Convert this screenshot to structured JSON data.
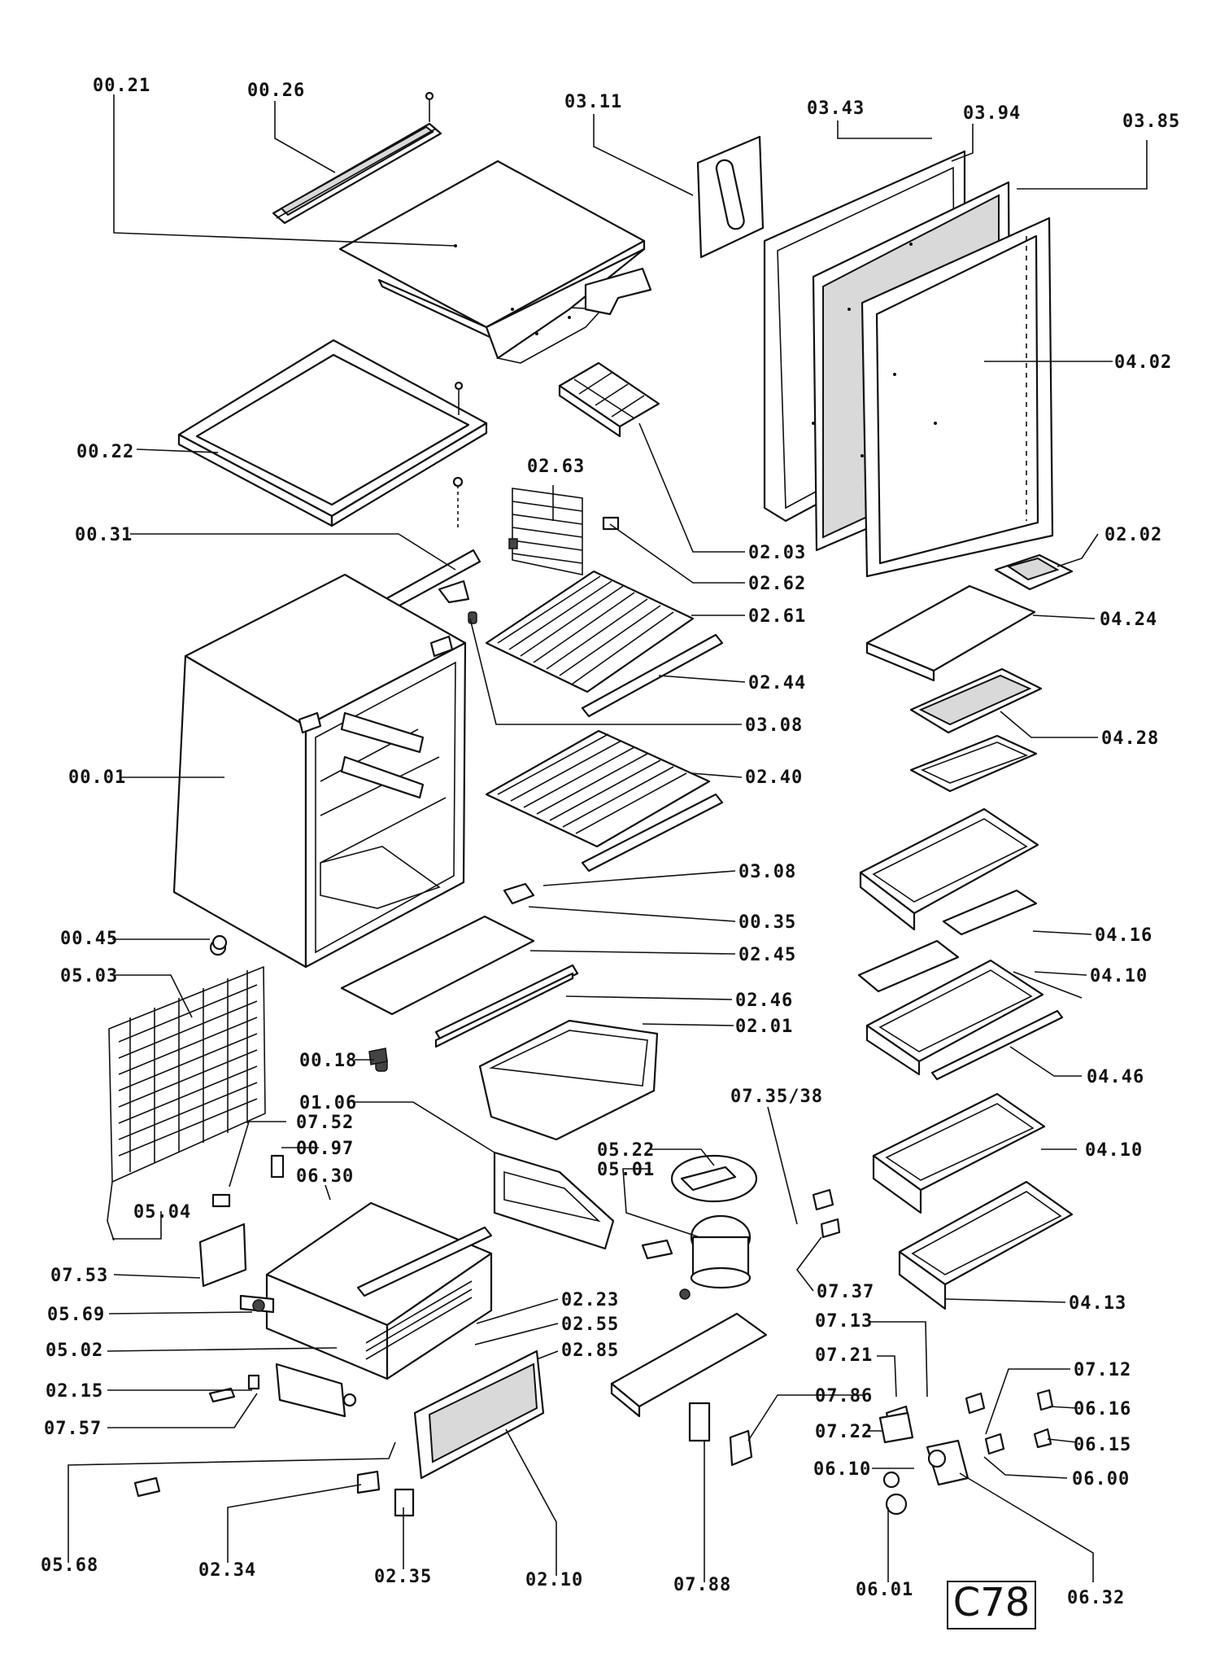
{
  "diagram_code": "C78",
  "labels": [
    {
      "id": "00.21",
      "text": "00.21"
    },
    {
      "id": "00.26",
      "text": "00.26"
    },
    {
      "id": "03.11",
      "text": "03.11"
    },
    {
      "id": "03.43",
      "text": "03.43"
    },
    {
      "id": "03.94",
      "text": "03.94"
    },
    {
      "id": "03.85",
      "text": "03.85"
    },
    {
      "id": "04.02",
      "text": "04.02"
    },
    {
      "id": "00.22",
      "text": "00.22"
    },
    {
      "id": "02.63",
      "text": "02.63"
    },
    {
      "id": "02.03",
      "text": "02.03"
    },
    {
      "id": "02.62",
      "text": "02.62"
    },
    {
      "id": "02.02",
      "text": "02.02"
    },
    {
      "id": "00.31",
      "text": "00.31"
    },
    {
      "id": "02.61",
      "text": "02.61"
    },
    {
      "id": "04.24",
      "text": "04.24"
    },
    {
      "id": "02.44",
      "text": "02.44"
    },
    {
      "id": "03.08a",
      "text": "03.08"
    },
    {
      "id": "04.28",
      "text": "04.28"
    },
    {
      "id": "00.01",
      "text": "00.01"
    },
    {
      "id": "02.40",
      "text": "02.40"
    },
    {
      "id": "03.08b",
      "text": "03.08"
    },
    {
      "id": "00.35",
      "text": "00.35"
    },
    {
      "id": "04.16",
      "text": "04.16"
    },
    {
      "id": "00.45",
      "text": "00.45"
    },
    {
      "id": "02.45",
      "text": "02.45"
    },
    {
      "id": "05.03",
      "text": "05.03"
    },
    {
      "id": "04.10a",
      "text": "04.10"
    },
    {
      "id": "02.46",
      "text": "02.46"
    },
    {
      "id": "02.01",
      "text": "02.01"
    },
    {
      "id": "00.18",
      "text": "00.18"
    },
    {
      "id": "04.46",
      "text": "04.46"
    },
    {
      "id": "01.06",
      "text": "01.06"
    },
    {
      "id": "07.35/38",
      "text": "07.35/38"
    },
    {
      "id": "07.52",
      "text": "07.52"
    },
    {
      "id": "00.97",
      "text": "00.97"
    },
    {
      "id": "05.22",
      "text": "05.22"
    },
    {
      "id": "05.01",
      "text": "05.01"
    },
    {
      "id": "04.10b",
      "text": "04.10"
    },
    {
      "id": "06.30",
      "text": "06.30"
    },
    {
      "id": "05.04",
      "text": "05.04"
    },
    {
      "id": "07.53",
      "text": "07.53"
    },
    {
      "id": "07.37",
      "text": "07.37"
    },
    {
      "id": "04.13",
      "text": "04.13"
    },
    {
      "id": "02.23",
      "text": "02.23"
    },
    {
      "id": "05.69",
      "text": "05.69"
    },
    {
      "id": "07.13",
      "text": "07.13"
    },
    {
      "id": "02.55",
      "text": "02.55"
    },
    {
      "id": "05.02",
      "text": "05.02"
    },
    {
      "id": "02.85",
      "text": "02.85"
    },
    {
      "id": "07.21",
      "text": "07.21"
    },
    {
      "id": "07.12",
      "text": "07.12"
    },
    {
      "id": "02.15",
      "text": "02.15"
    },
    {
      "id": "07.86",
      "text": "07.86"
    },
    {
      "id": "06.16",
      "text": "06.16"
    },
    {
      "id": "07.57",
      "text": "07.57"
    },
    {
      "id": "07.22",
      "text": "07.22"
    },
    {
      "id": "06.15",
      "text": "06.15"
    },
    {
      "id": "06.10",
      "text": "06.10"
    },
    {
      "id": "06.00",
      "text": "06.00"
    },
    {
      "id": "05.68",
      "text": "05.68"
    },
    {
      "id": "02.34",
      "text": "02.34"
    },
    {
      "id": "02.35",
      "text": "02.35"
    },
    {
      "id": "02.10",
      "text": "02.10"
    },
    {
      "id": "07.88",
      "text": "07.88"
    },
    {
      "id": "06.01",
      "text": "06.01"
    },
    {
      "id": "06.32",
      "text": "06.32"
    }
  ]
}
